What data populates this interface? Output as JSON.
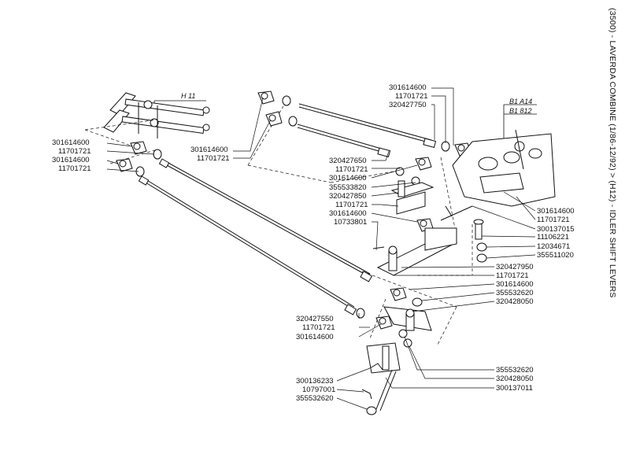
{
  "title": "(3500) - LAVERDA COMBINE (1/86-12/92) > (H12) - IDLER SHIFT LEVERS",
  "references": [
    "H 11",
    "B1 A14",
    "B1 812"
  ],
  "callouts": {
    "left_1": "301614600",
    "left_2": "11701721",
    "left_3": "301614600",
    "left_4": "11701721",
    "mid_1": "301614600",
    "mid_2": "11701721",
    "top_1": "301614600",
    "top_2": "11701721",
    "top_3": "320427750",
    "cl_1": "320427650",
    "cl_2": "11701721",
    "cl_3": "301614600",
    "cl_4": "355533820",
    "cl_5": "320427850",
    "cl_6": "11701721",
    "cl_7": "301614600",
    "cl_8": "10733801",
    "r_1": "301614600",
    "r_2": "11701721",
    "r_3": "300137015",
    "r_4": "11106221",
    "r_5": "12034671",
    "r_6": "355511020",
    "r_7": "320427950",
    "r_8": "11701721",
    "r_9": "301614600",
    "r_10": "355532620",
    "r_11": "320428050",
    "lo_1": "320427550",
    "lo_2": "11701721",
    "lo_3": "301614600",
    "b_1": "355532620",
    "b_2": "320428050",
    "b_3": "300137011",
    "bl_1": "300136233",
    "bl_2": "10797001",
    "bl_3": "355532620"
  }
}
